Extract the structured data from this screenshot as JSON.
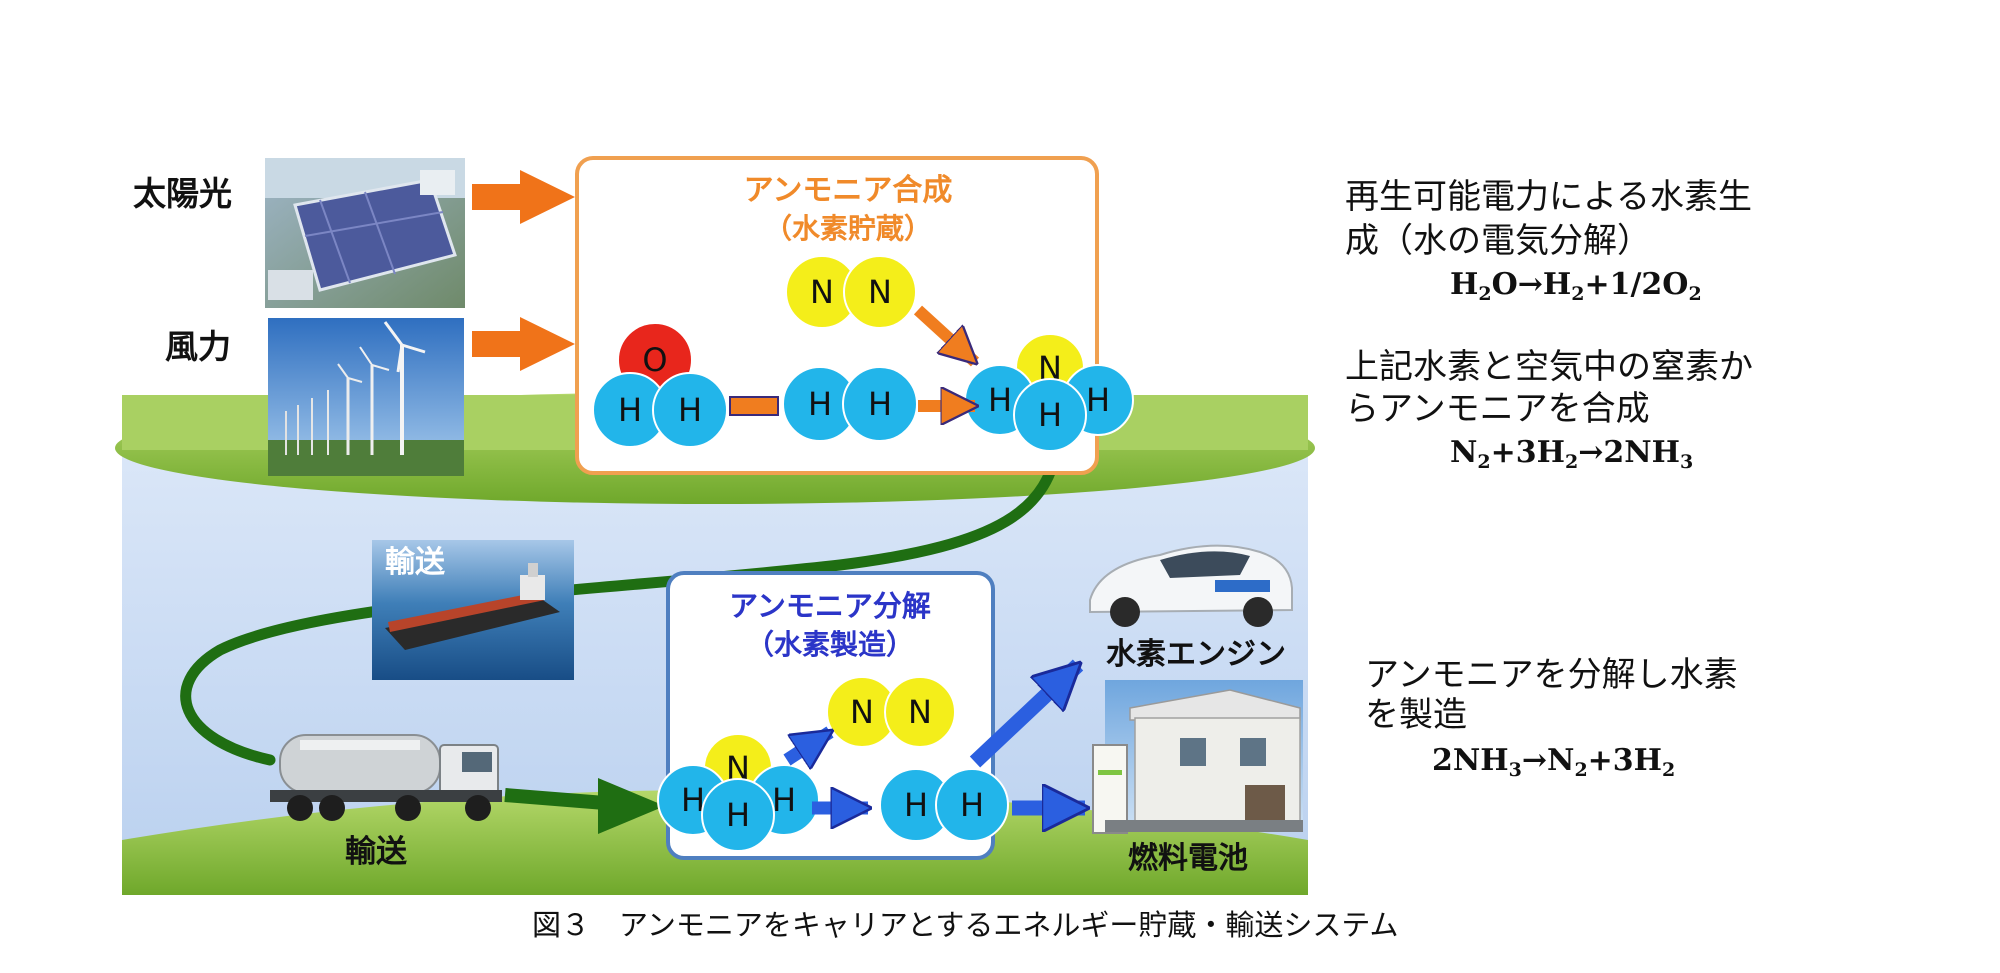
{
  "labels": {
    "solar": "太陽光",
    "wind": "風力",
    "ship": "輸送",
    "truck": "輸送",
    "engine": "水素エンジン",
    "fuelcell": "燃料電池"
  },
  "synthesis": {
    "title": "アンモニア合成",
    "subtitle": "（水素貯蔵）"
  },
  "decomposition": {
    "title": "アンモニア分解",
    "subtitle": "（水素製造）"
  },
  "atoms": {
    "H": "H",
    "N": "N",
    "O": "O"
  },
  "notes": {
    "electrolysis": {
      "line1": "再生可能電力による水素生",
      "line2": "成（水の電気分解）"
    },
    "electrolysis_eq": [
      "H",
      "2",
      "O→H",
      "2",
      "+1/2O",
      "2"
    ],
    "synthesis": {
      "line1": "上記水素と空気中の窒素か",
      "line2": "らアンモニアを合成"
    },
    "synthesis_eq": [
      "N",
      "2",
      "+3H",
      "2",
      "→2NH",
      "3"
    ],
    "decomposition": {
      "line1": "アンモニアを分解し水素",
      "line2": "を製造"
    },
    "decomposition_eq": [
      "2NH",
      "3",
      "→N",
      "2",
      "+3H",
      "2"
    ]
  },
  "caption": "図３　アンモニアをキャリアとするエネルギー貯蔵・輸送システム",
  "colors": {
    "hydrogen": "#22b5ea",
    "nitrogen": "#f4ee1a",
    "oxygen": "#e8261c",
    "synthesis_accent": "#f08a2a",
    "decomposition_accent": "#2b35c8",
    "flow_green": "#1f6e12",
    "ground_green": "#8cc63f",
    "sky_blue": "#cfe0f7"
  }
}
